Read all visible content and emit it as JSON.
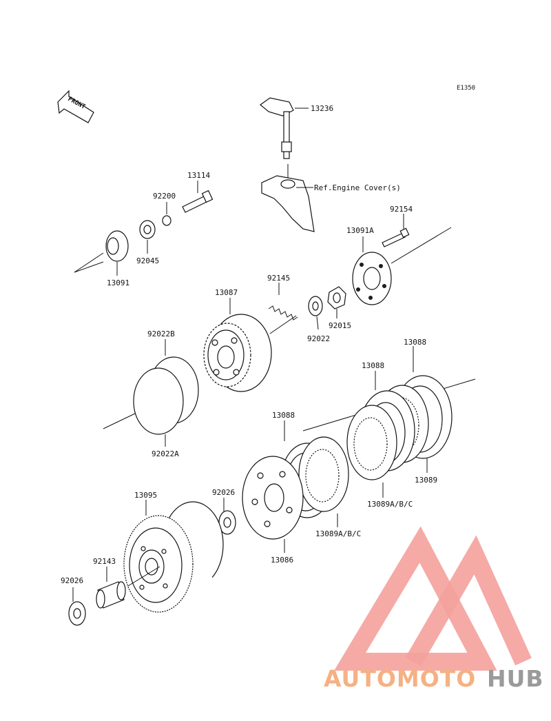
{
  "diagram": {
    "code": "E1350",
    "front_label": "FRONT",
    "ref_note": "Ref.Engine Cover(s)",
    "parts": [
      {
        "id": "p13236",
        "label": "13236"
      },
      {
        "id": "p13114",
        "label": "13114"
      },
      {
        "id": "p92200",
        "label": "92200"
      },
      {
        "id": "p92045",
        "label": "92045"
      },
      {
        "id": "p13091",
        "label": "13091"
      },
      {
        "id": "p92154",
        "label": "92154"
      },
      {
        "id": "p13091A",
        "label": "13091A"
      },
      {
        "id": "p92145",
        "label": "92145"
      },
      {
        "id": "p13087",
        "label": "13087"
      },
      {
        "id": "p92015",
        "label": "92015"
      },
      {
        "id": "p92022",
        "label": "92022"
      },
      {
        "id": "p92022B",
        "label": "92022B"
      },
      {
        "id": "p92022A",
        "label": "92022A"
      },
      {
        "id": "p13088a",
        "label": "13088"
      },
      {
        "id": "p13088b",
        "label": "13088"
      },
      {
        "id": "p13088c",
        "label": "13088"
      },
      {
        "id": "p13089",
        "label": "13089"
      },
      {
        "id": "p13089ABCa",
        "label": "13089A/B/C"
      },
      {
        "id": "p13089ABCb",
        "label": "13089A/B/C"
      },
      {
        "id": "p13095",
        "label": "13095"
      },
      {
        "id": "p92026a",
        "label": "92026"
      },
      {
        "id": "p92026b",
        "label": "92026"
      },
      {
        "id": "p92143",
        "label": "92143"
      },
      {
        "id": "p13086",
        "label": "13086"
      }
    ]
  },
  "watermark": {
    "text_orange": "AUTOMOTO",
    "text_gray": "HUB",
    "color_orange": "#f5b183",
    "color_gray": "#9a9a9a",
    "color_logo": "#f4a19c"
  }
}
